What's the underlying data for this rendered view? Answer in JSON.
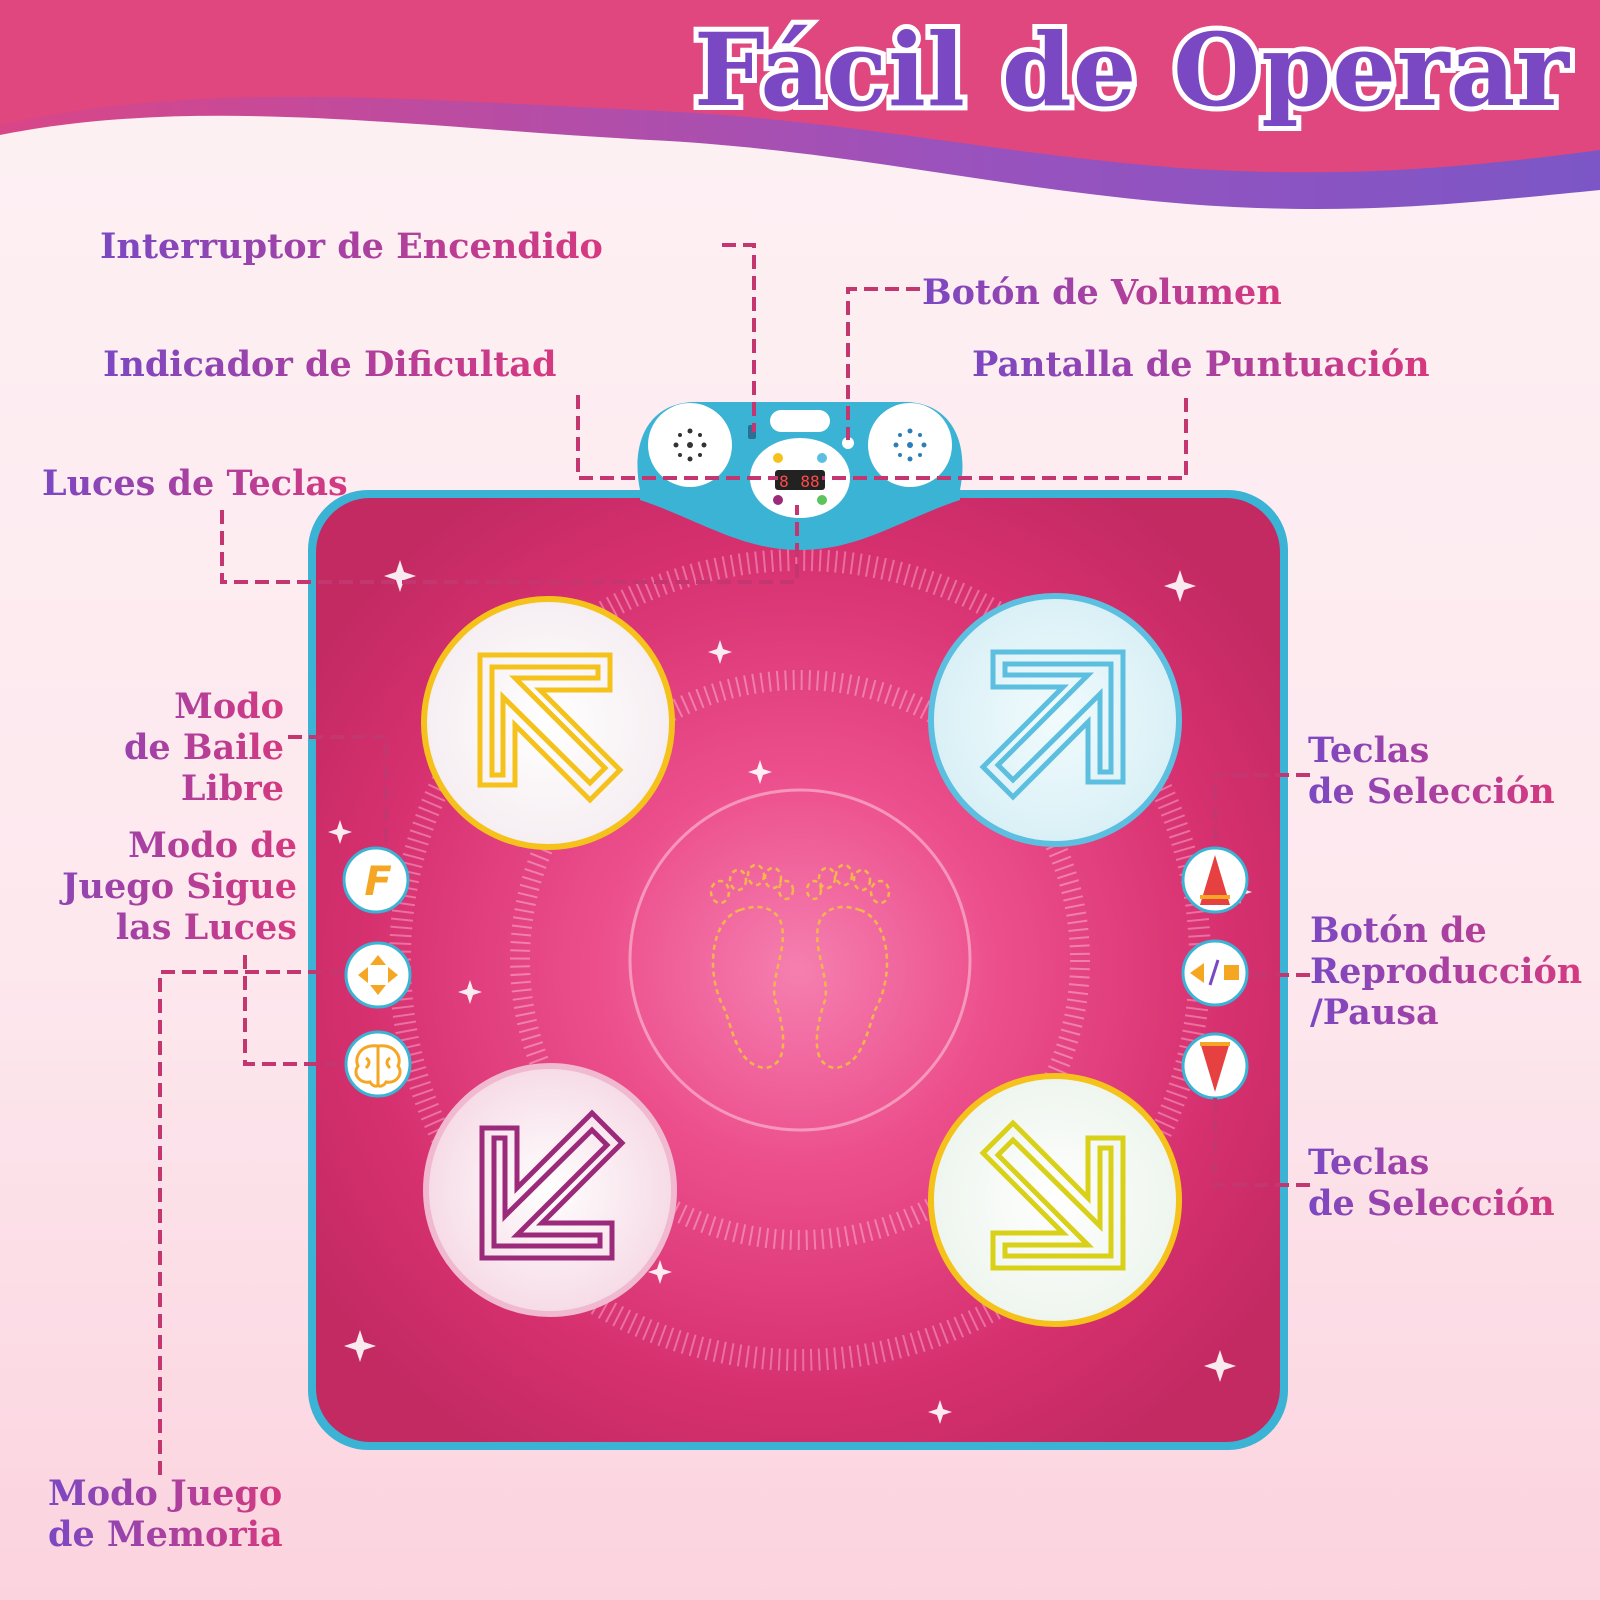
{
  "title": "Fácil de Operar",
  "labels": {
    "power_switch": "Interruptor de Encendido",
    "volume_button": "Botón de Volumen",
    "difficulty_indicator": "Indicador de Dificultad",
    "score_display": "Pantalla de Puntuación",
    "key_lights": "Luces de Teclas",
    "free_dance": [
      "Modo",
      "de Baile",
      "Libre"
    ],
    "follow_lights": [
      "Modo de",
      "Juego Sigue",
      "las Luces"
    ],
    "selection_keys_top": [
      "Teclas",
      "de Selección"
    ],
    "play_pause": [
      "Botón de",
      "Reproducción",
      "/Pausa"
    ],
    "selection_keys_bottom": [
      "Teclas",
      "de Selección"
    ],
    "memory_game": [
      "Modo Juego",
      "de Memoria"
    ]
  },
  "colors": {
    "banner": "#e0477f",
    "banner_wave": "#8e56bf",
    "title_fill": "#7b48c3",
    "mat_pink": "#d6306f",
    "mat_border": "#3ab3d4",
    "leader_line": "#c4366f",
    "arrow_yellow": "#f5c21b",
    "arrow_blue": "#5cbfe0",
    "arrow_purple": "#9b2a7a",
    "arrow_lime": "#d9d018"
  },
  "icons": {
    "free_dance_button": "letter-f-icon",
    "follow_lights_button": "directional-pad-icon",
    "memory_game_button": "brain-icon",
    "select_up_button": "triangle-up-icon",
    "play_pause_button": "play-pause-icon",
    "select_down_button": "triangle-down-icon"
  },
  "display": {
    "difficulty_digit": "8",
    "score_digits": "88"
  }
}
